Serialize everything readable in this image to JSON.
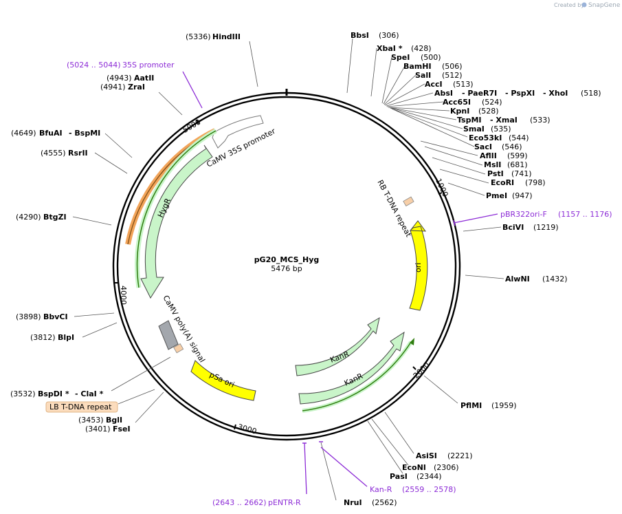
{
  "credit": {
    "created_by": "Created by",
    "brand": "SnapGene"
  },
  "plasmid": {
    "name": "pG20_MCS_Hyg",
    "size": "5476 bp"
  },
  "ticks": {
    "t1000": "1000",
    "t2000": "2000",
    "t3000": "3000",
    "t4000": "4000",
    "t5000": "5000"
  },
  "features": {
    "camv35s": "CaMV 35S promoter",
    "hygr": "HygR",
    "rb": "RB T-DNA repeat",
    "ori": "ori",
    "kanr1": "KanR",
    "kanr2": "KanR",
    "psa": "pSa ori",
    "polya": "CaMV poly(A) signal",
    "lb": "LB T-DNA repeat"
  },
  "sites": {
    "hindiii": {
      "pos": "(5336)",
      "name": "HindIII"
    },
    "p35s": {
      "range": "(5024 .. 5044)",
      "name": "35S promoter"
    },
    "aatii": {
      "pos": "(4943)",
      "name": "AatII"
    },
    "zrai": {
      "pos": "(4941)",
      "name": "ZraI"
    },
    "bfuai": {
      "pos": "(4649)",
      "name": "BfuAI",
      "name2": "- BspMI"
    },
    "rsrii": {
      "pos": "(4555)",
      "name": "RsrII"
    },
    "btgzi": {
      "pos": "(4290)",
      "name": "BtgZI"
    },
    "bbvci": {
      "pos": "(3898)",
      "name": "BbvCI"
    },
    "blpi": {
      "pos": "(3812)",
      "name": "BlpI"
    },
    "bspdi": {
      "pos": "(3532)",
      "name": "BspDI *",
      "name2": "- ClaI *"
    },
    "bgli": {
      "pos": "(3453)",
      "name": "BglI"
    },
    "fsei": {
      "pos": "(3401)",
      "name": "FseI"
    },
    "pentr": {
      "range": "(2643 .. 2662)",
      "name": "pENTR-R"
    },
    "nrui": {
      "pos": "(2562)",
      "name": "NruI"
    },
    "kanrp": {
      "range": "(2559 .. 2578)",
      "name": "Kan-R"
    },
    "pasi": {
      "pos": "(2344)",
      "name": "PasI"
    },
    "econi": {
      "pos": "(2306)",
      "name": "EcoNI"
    },
    "asisi": {
      "pos": "(2221)",
      "name": "AsiSI"
    },
    "pflmi": {
      "pos": "(1959)",
      "name": "PflMI"
    },
    "alwni": {
      "pos": "(1432)",
      "name": "AlwNI"
    },
    "bcivi": {
      "pos": "(1219)",
      "name": "BciVI"
    },
    "pbr322": {
      "range": "(1157 .. 1176)",
      "name": "pBR322ori-F"
    },
    "pmei": {
      "pos": "(947)",
      "name": "PmeI"
    },
    "ecori": {
      "pos": "(798)",
      "name": "EcoRI"
    },
    "psti": {
      "pos": "(741)",
      "name": "PstI"
    },
    "msli": {
      "pos": "(681)",
      "name": "MslI"
    },
    "aflii": {
      "pos": "(599)",
      "name": "AflII"
    },
    "saci": {
      "pos": "(546)",
      "name": "SacI"
    },
    "eco53ki": {
      "pos": "(544)",
      "name": "Eco53kI"
    },
    "smai": {
      "pos": "(535)",
      "name": "SmaI"
    },
    "tspmi": {
      "pos": "(533)",
      "name": "TspMI",
      "name2": "- XmaI"
    },
    "kpni": {
      "pos": "(528)",
      "name": "KpnI"
    },
    "acc65i": {
      "pos": "(524)",
      "name": "Acc65I"
    },
    "absi": {
      "pos": "(518)",
      "name": "AbsI",
      "name2": "- PaeR7I",
      "name3": "- PspXI",
      "name4": "- XhoI"
    },
    "acci": {
      "pos": "(513)",
      "name": "AccI"
    },
    "sali": {
      "pos": "(512)",
      "name": "SalI"
    },
    "bamhi": {
      "pos": "(506)",
      "name": "BamHI"
    },
    "spei": {
      "pos": "(500)",
      "name": "SpeI"
    },
    "xbai": {
      "pos": "(428)",
      "name": "XbaI *"
    },
    "bbsi": {
      "pos": "(306)",
      "name": "BbsI"
    }
  }
}
